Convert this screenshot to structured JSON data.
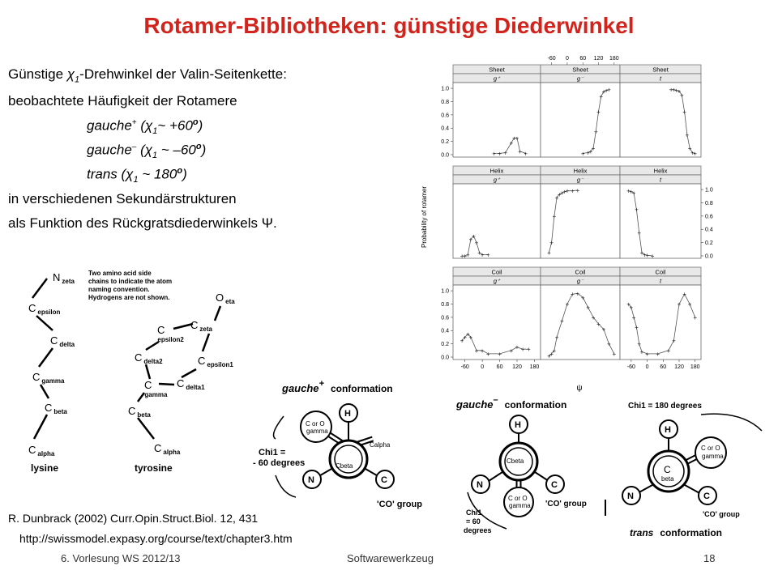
{
  "title": "Rotamer-Bibliotheken: günstige Diederwinkel",
  "body": {
    "line1_pre": "Günstige ",
    "line1_chi": "χ",
    "line1_sub": "1",
    "line1_post": "-Drehwinkel der Valin-Seitenkette:",
    "line2": "beobachtete Häufigkeit der Rotamere",
    "gp_word": "gauche",
    "gp_sup": "+",
    "gp_rest_a": " (χ",
    "gp_rest_b": "~ +60",
    "gp_rest_c": ")",
    "gm_word": "gauche",
    "gm_sup": "–",
    "gm_rest_a": " (χ",
    "gm_rest_b": " ~ –60",
    "gm_rest_c": ")",
    "tr_word": "trans",
    "tr_rest_a": " (χ",
    "tr_rest_b": " ~ 180",
    "tr_rest_c": ")",
    "sub1": "1",
    "deg": "o",
    "line6": "in verschiedenen Sekundärstrukturen",
    "line7": "als Funktion des Rückgratsdiederwinkels Ψ."
  },
  "structures": {
    "note": [
      "Two amino acid side",
      "chains to indicate the atom",
      "naming convention.",
      "Hydrogens are not shown."
    ],
    "lysine_label": "lysine",
    "tyrosine_label": "tyrosine",
    "lysine_atoms": [
      {
        "e": "N",
        "s": "zeta"
      },
      {
        "e": "C",
        "s": "epsilon"
      },
      {
        "e": "C",
        "s": "delta"
      },
      {
        "e": "C",
        "s": "gamma"
      },
      {
        "e": "C",
        "s": "beta"
      },
      {
        "e": "C",
        "s": "alpha"
      }
    ],
    "tyrosine_atoms": [
      {
        "e": "O",
        "s": "eta"
      },
      {
        "e": "C",
        "s": "zeta"
      },
      {
        "e": "C",
        "s": "epsilon2"
      },
      {
        "e": "C",
        "s": "epsilon1"
      },
      {
        "e": "C",
        "s": "delta2"
      },
      {
        "e": "C",
        "s": "delta1"
      },
      {
        "e": "C",
        "s": "gamma"
      },
      {
        "e": "C",
        "s": "beta"
      },
      {
        "e": "C",
        "s": "alpha"
      }
    ]
  },
  "newman": {
    "gp_word": "gauche",
    "gp_sup": "+",
    "gm_word": "gauche",
    "gm_sup": "–",
    "trans_word": "trans",
    "conformation": "conformation",
    "co_group": "'CO' group",
    "gp_chi_l1": "Chi1 =",
    "gp_chi_l2": "- 60 degrees",
    "gm_chi_l1": "Chi1",
    "gm_chi_l2": "= 60",
    "gm_chi_l3": "degrees",
    "tr_chi": "Chi1 = 180 degrees",
    "h": "H",
    "n": "N",
    "c": "C",
    "c_or_o": "C or O",
    "gamma": "gamma",
    "cbeta": "Cbeta",
    "calpha": "Calpha",
    "beta": "beta"
  },
  "reference": {
    "citation": "R. Dunbrack (2002) Curr.Opin.Struct.Biol. 12, 431",
    "url": "http://swissmodel.expasy.org/course/text/chapter3.htm"
  },
  "footer": {
    "left": "6. Vorlesung WS 2012/13",
    "center": "Softwarewerkzeug",
    "page": "18"
  },
  "colors": {
    "title": "#d0241c"
  },
  "chart_data": {
    "type": "scatter",
    "layout": "trellis 3x3",
    "xlabel": "ψ",
    "ylabel": "Probability of rotamer",
    "xticks": [
      "-60",
      "0",
      "60",
      "120",
      "180"
    ],
    "yticks": [
      "0.0",
      "0.2",
      "0.4",
      "0.6",
      "0.8",
      "1.0"
    ],
    "xlim": [
      -90,
      190
    ],
    "ylim": [
      0,
      1.05
    ],
    "panels": [
      {
        "strip1": "Sheet",
        "strip2": "g⁺",
        "x": [
          40,
          60,
          80,
          100,
          110,
          120,
          130,
          150
        ],
        "y": [
          0.02,
          0.02,
          0.03,
          0.18,
          0.25,
          0.25,
          0.05,
          0.02
        ]
      },
      {
        "strip1": "Sheet",
        "strip2": "g⁻",
        "x": [
          60,
          80,
          90,
          100,
          110,
          120,
          130,
          140,
          150,
          160
        ],
        "y": [
          0.02,
          0.03,
          0.05,
          0.1,
          0.35,
          0.65,
          0.88,
          0.95,
          0.97,
          0.98
        ]
      },
      {
        "strip1": "Sheet",
        "strip2": "t",
        "x": [
          90,
          100,
          110,
          120,
          130,
          140,
          150,
          160,
          170,
          180
        ],
        "y": [
          0.98,
          0.98,
          0.97,
          0.96,
          0.9,
          0.65,
          0.3,
          0.1,
          0.03,
          0.02
        ]
      },
      {
        "strip1": "Helix",
        "strip2": "g⁺",
        "x": [
          -70,
          -60,
          -50,
          -40,
          -30,
          -20,
          -10,
          0,
          20
        ],
        "y": [
          0.0,
          0.0,
          0.02,
          0.25,
          0.3,
          0.2,
          0.05,
          0.02,
          0.02
        ]
      },
      {
        "strip1": "Helix",
        "strip2": "g⁻",
        "x": [
          -70,
          -60,
          -50,
          -40,
          -30,
          -20,
          -10,
          0,
          20,
          40
        ],
        "y": [
          0.05,
          0.2,
          0.6,
          0.88,
          0.93,
          0.95,
          0.97,
          0.98,
          0.98,
          0.99
        ]
      },
      {
        "strip1": "Helix",
        "strip2": "t",
        "x": [
          -70,
          -60,
          -50,
          -40,
          -30,
          -20,
          -10,
          0,
          20
        ],
        "y": [
          0.98,
          0.97,
          0.95,
          0.7,
          0.35,
          0.05,
          0.02,
          0.01,
          0.0
        ]
      },
      {
        "strip1": "Coil",
        "strip2": "g⁺",
        "x": [
          -70,
          -60,
          -50,
          -40,
          -20,
          0,
          20,
          60,
          100,
          120,
          140,
          160
        ],
        "y": [
          0.25,
          0.3,
          0.35,
          0.3,
          0.1,
          0.1,
          0.05,
          0.05,
          0.1,
          0.15,
          0.12,
          0.12
        ]
      },
      {
        "strip1": "Coil",
        "strip2": "g⁻",
        "x": [
          -70,
          -60,
          -50,
          -40,
          -20,
          0,
          20,
          40,
          60,
          80,
          100,
          120,
          140,
          160,
          180
        ],
        "y": [
          0.02,
          0.05,
          0.1,
          0.3,
          0.55,
          0.8,
          0.95,
          0.96,
          0.9,
          0.75,
          0.6,
          0.5,
          0.42,
          0.2,
          0.05
        ]
      },
      {
        "strip1": "Coil",
        "strip2": "t",
        "x": [
          -70,
          -60,
          -50,
          -40,
          -30,
          -20,
          0,
          40,
          80,
          100,
          120,
          140,
          160,
          180
        ],
        "y": [
          0.8,
          0.75,
          0.6,
          0.45,
          0.2,
          0.08,
          0.05,
          0.05,
          0.1,
          0.25,
          0.8,
          0.95,
          0.8,
          0.6
        ]
      }
    ]
  }
}
